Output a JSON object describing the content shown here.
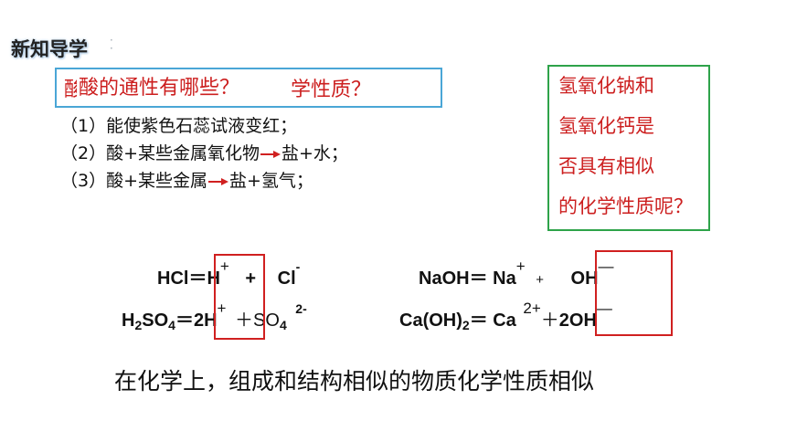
{
  "header": {
    "title": "新知导学"
  },
  "question": {
    "hidden_prefix": "酸",
    "text": "酸的通性有哪些？",
    "hidden_tail": "学性质？"
  },
  "properties": [
    {
      "prefix": "（1）能使紫色石蕊试液变红；",
      "suffix": ""
    },
    {
      "prefix": "（2）酸+某些金属氧化物",
      "suffix": "盐+水；"
    },
    {
      "prefix": "（3）酸+某些金属",
      "suffix": "盐+氢气；"
    }
  ],
  "side_question": [
    "氢氧化钠和",
    "氢氧化钙是",
    "否具有相似",
    "的化学性质呢？"
  ],
  "equations": {
    "hcl": {
      "lhs": "HCl＝",
      "ion1": "H",
      "ion1_charge": "+",
      "plus": "+",
      "ion2": "Cl",
      "ion2_charge": "-"
    },
    "h2so4": {
      "lhs_a": "H",
      "lhs_sub1": "2",
      "lhs_b": "SO",
      "lhs_sub2": "4",
      "eq": "＝",
      "ion1": "2H",
      "ion1_charge": "+",
      "plus": "＋SO",
      "ion2_sub": "4",
      "ion2_charge": "2-"
    },
    "naoh": {
      "lhs": "NaOH＝ Na",
      "ion1_charge": "+",
      "plus": "+",
      "ion2": "OH",
      "ion2_charge": "—"
    },
    "caoh2": {
      "lhs_a": "Ca(OH)",
      "lhs_sub": "2",
      "eq": "＝ Ca",
      "ion1_charge": "2+",
      "plus": "＋",
      "ion2": "2OH",
      "ion2_charge": "—"
    }
  },
  "conclusion": "在化学上，组成和结构相似的物质化学性质相似",
  "colors": {
    "accent_red": "#cc1f1f",
    "box_blue": "#4aa6d6",
    "box_green": "#2ea34a",
    "box_red": "#d02020"
  }
}
